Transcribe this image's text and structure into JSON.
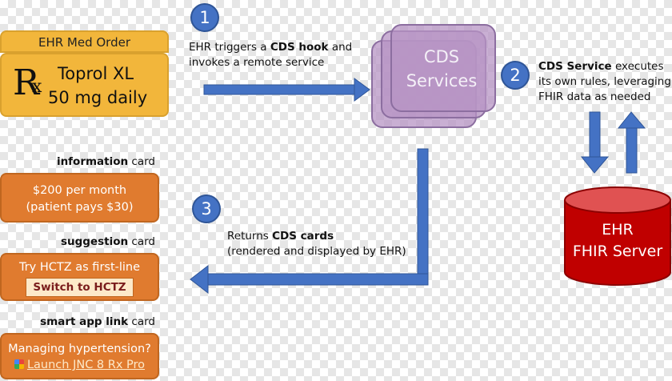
{
  "med_order": {
    "title": "EHR Med Order",
    "rx_symbol": "R",
    "rx_sub": "x",
    "drug_name": "Toprol XL",
    "dose": "50 mg daily"
  },
  "steps": [
    {
      "number": "1",
      "text_pre": "EHR triggers a ",
      "text_bold": "CDS hook",
      "text_post": " and",
      "line2": "invokes a remote service"
    },
    {
      "number": "2",
      "text_bold": "CDS Service",
      "text_post": " executes",
      "line2": "its own rules, leveraging",
      "line3": "FHIR data as needed"
    },
    {
      "number": "3",
      "text_pre": "Returns ",
      "text_bold": "CDS cards",
      "line2": "(rendered and displayed by EHR)"
    }
  ],
  "cds_services": {
    "line1": "CDS",
    "line2": "Services"
  },
  "server": {
    "line1": "EHR",
    "line2": "FHIR Server"
  },
  "cards": [
    {
      "type_bold": "information",
      "type_rest": " card",
      "line1": "$200 per month",
      "line2": "(patient pays $30)"
    },
    {
      "type_bold": "suggestion",
      "type_rest": " card",
      "line1": "Try HCTZ as first-line",
      "button": "Switch to HCTZ"
    },
    {
      "type_bold": "smart app link",
      "type_rest": " card",
      "line1": "Managing hypertension?",
      "link": "Launch JNC 8 Rx Pro"
    }
  ],
  "colors": {
    "arrow_blue": "#4472c4",
    "order_yellow": "#f2b63b",
    "card_orange": "#e07b2f",
    "cds_purple": "#b794c4",
    "server_red": "#c00000"
  }
}
